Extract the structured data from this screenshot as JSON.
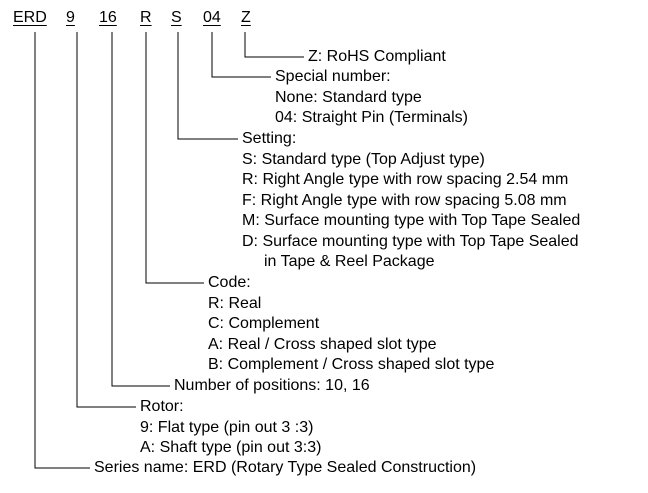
{
  "code_parts": [
    {
      "id": "series",
      "text": "ERD"
    },
    {
      "id": "rotor",
      "text": "9"
    },
    {
      "id": "positions",
      "text": "16"
    },
    {
      "id": "code",
      "text": "R"
    },
    {
      "id": "setting",
      "text": "S"
    },
    {
      "id": "special",
      "text": "04"
    },
    {
      "id": "rohs",
      "text": "Z"
    }
  ],
  "descriptions": [
    {
      "id": "rohs",
      "lines": [
        "Z: RoHS Compliant"
      ]
    },
    {
      "id": "special",
      "lines": [
        "Special number:",
        "None: Standard type",
        "04: Straight Pin (Terminals)"
      ]
    },
    {
      "id": "setting",
      "lines": [
        "Setting:",
        "S: Standard type (Top Adjust type)",
        "R: Right Angle type with row spacing 2.54 mm",
        "F: Right Angle type with row spacing 5.08 mm",
        "M: Surface mounting type with Top Tape Sealed",
        "D: Surface mounting type with Top Tape Sealed",
        "in Tape & Reel Package"
      ]
    },
    {
      "id": "code",
      "lines": [
        "Code:",
        "R: Real",
        "C: Complement",
        "A: Real / Cross shaped slot type",
        "B: Complement / Cross shaped slot type"
      ]
    },
    {
      "id": "positions",
      "lines": [
        "Number of positions: 10, 16"
      ]
    },
    {
      "id": "rotor",
      "lines": [
        "Rotor:",
        "9: Flat type (pin out 3 :3)",
        "A: Shaft type (pin out 3:3)"
      ]
    },
    {
      "id": "series",
      "lines": [
        "Series name: ERD (Rotary Type Sealed Construction)"
      ]
    }
  ]
}
